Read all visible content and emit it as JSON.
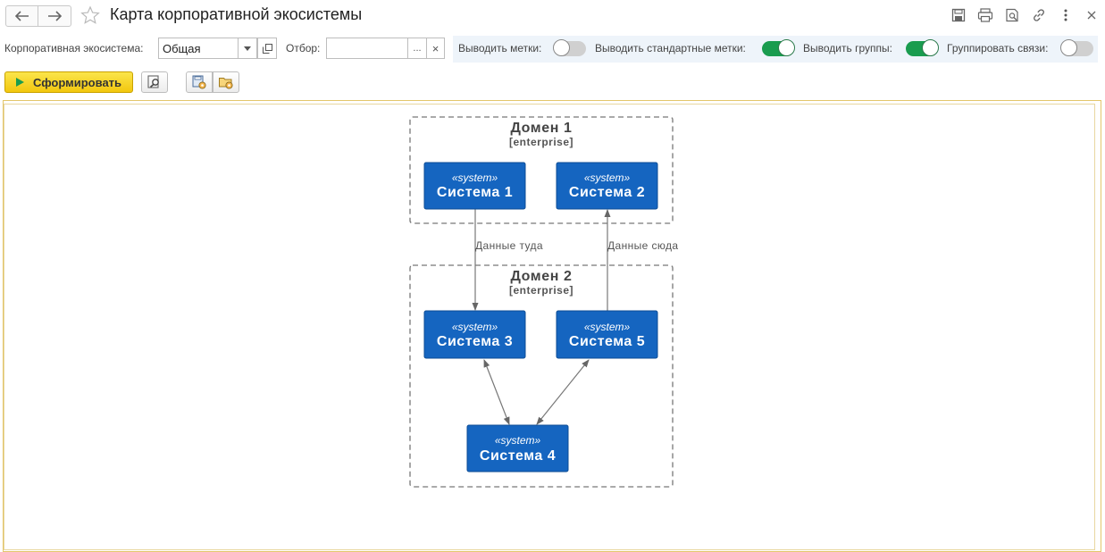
{
  "window": {
    "title": "Карта корпоративной экосистемы",
    "icons": [
      "arrow-left-icon",
      "arrow-right-icon",
      "star-icon",
      "save-icon",
      "print-icon",
      "preview-icon",
      "link-icon",
      "more-icon",
      "close-icon"
    ]
  },
  "filters": {
    "ecosystem_label": "Корпоративная экосистема:",
    "ecosystem_value": "Общая",
    "filter_label": "Отбор:",
    "filter_value": "",
    "filter_select_label": "...",
    "filter_clear_label": "×"
  },
  "options": {
    "show_labels": {
      "label": "Выводить метки:",
      "on": false
    },
    "show_standard_labels": {
      "label": "Выводить стандартные метки:",
      "on": true
    },
    "show_groups": {
      "label": "Выводить группы:",
      "on": true
    },
    "group_links": {
      "label": "Группировать связи:",
      "on": false
    }
  },
  "actions": {
    "generate_label": "Сформировать"
  },
  "colors": {
    "system_fill": "#1565c0",
    "system_border": "#0d4c94",
    "toggle_on": "#1a9c4f",
    "toggle_off": "#d0d0d0",
    "accent_yellow": "#f5d321"
  },
  "diagram": {
    "domains": [
      {
        "title": "Домен 1",
        "stereotype": "[enterprise]"
      },
      {
        "title": "Домен 2",
        "stereotype": "[enterprise]"
      }
    ],
    "systems": [
      {
        "stereotype": "«system»",
        "name": "Система 1"
      },
      {
        "stereotype": "«system»",
        "name": "Система 2"
      },
      {
        "stereotype": "«system»",
        "name": "Система 3"
      },
      {
        "stereotype": "«system»",
        "name": "Система 5"
      },
      {
        "stereotype": "«system»",
        "name": "Система 4"
      }
    ],
    "links": [
      {
        "from": "Система 1",
        "to": "Система 3",
        "label": "Данные туда"
      },
      {
        "from": "Система 5",
        "to": "Система 2",
        "label": "Данные сюда"
      },
      {
        "from": "Система 3",
        "to": "Система 4",
        "label": ""
      },
      {
        "from": "Система 5",
        "to": "Система 4",
        "label": ""
      }
    ]
  }
}
